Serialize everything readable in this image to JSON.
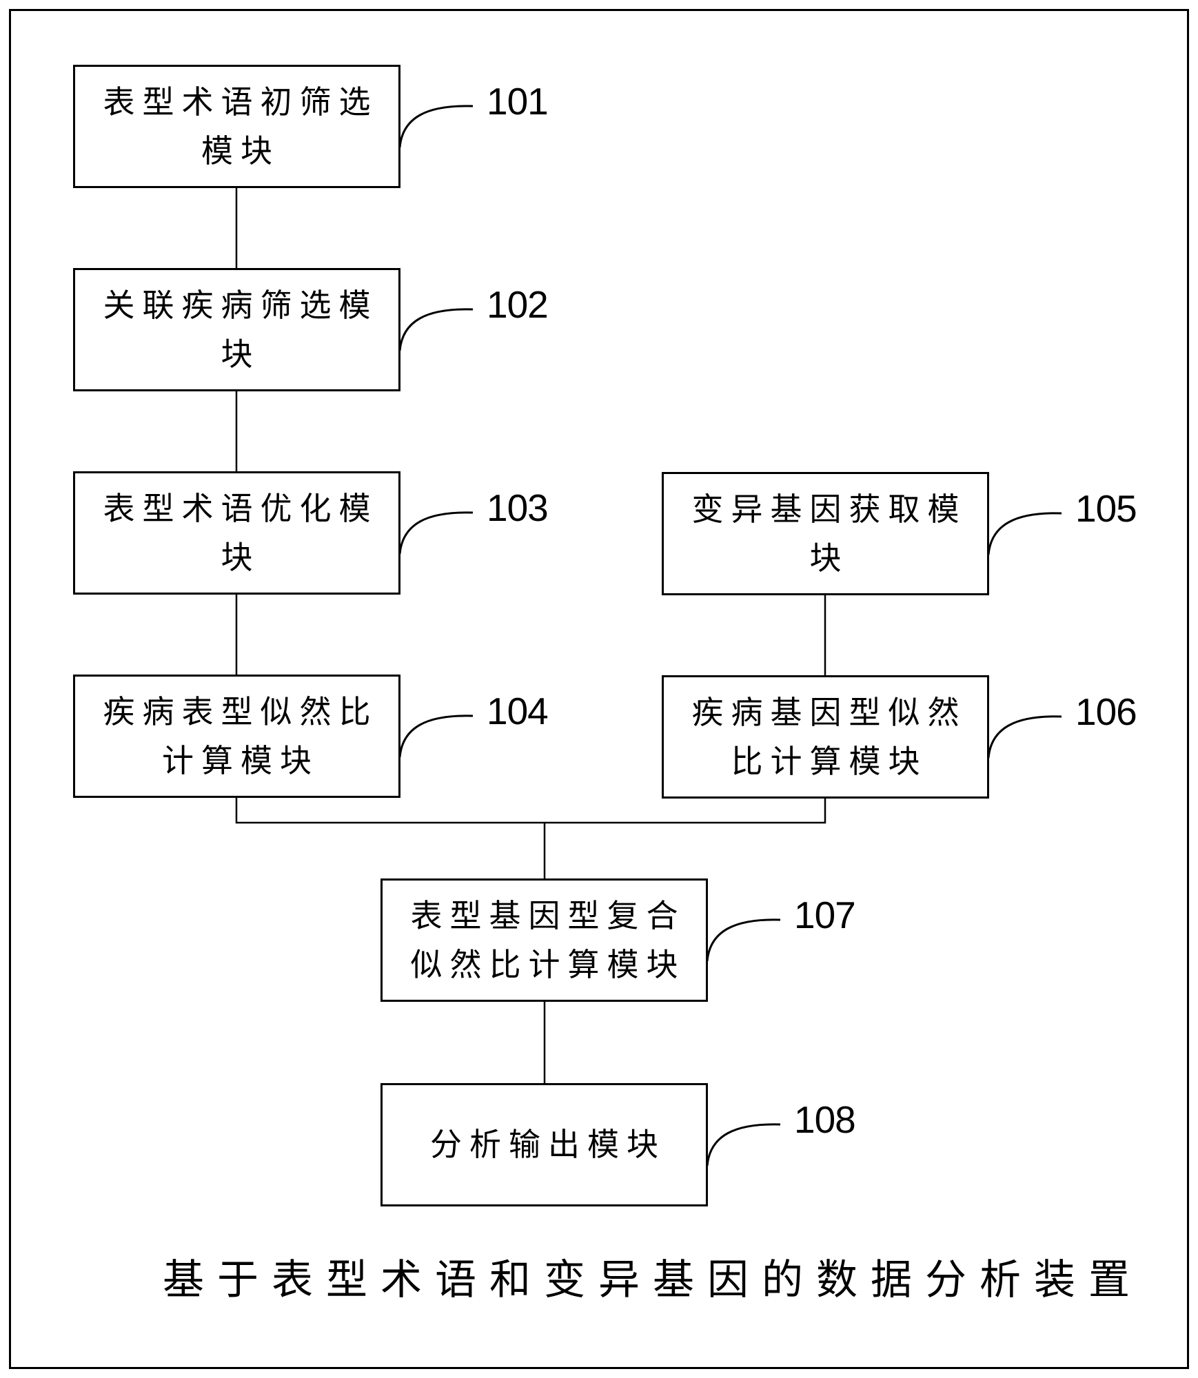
{
  "title": "基于表型术语和变异基因的数据分析装置",
  "modules": [
    {
      "ref": "101",
      "label": "表型术语初筛选模块"
    },
    {
      "ref": "102",
      "label": "关联疾病筛选模块"
    },
    {
      "ref": "103",
      "label": "表型术语优化模块"
    },
    {
      "ref": "104",
      "label": "疾病表型似然比计算模块"
    },
    {
      "ref": "105",
      "label": "变异基因获取模块"
    },
    {
      "ref": "106",
      "label": "疾病基因型似然比计算模块"
    },
    {
      "ref": "107",
      "label": "表型基因型复合似然比计算模块"
    },
    {
      "ref": "108",
      "label": "分析输出模块"
    }
  ],
  "connections": [
    [
      "101",
      "102"
    ],
    [
      "102",
      "103"
    ],
    [
      "103",
      "104"
    ],
    [
      "105",
      "106"
    ],
    [
      "104",
      "107"
    ],
    [
      "106",
      "107"
    ],
    [
      "107",
      "108"
    ]
  ],
  "colors": {
    "line": "#000000",
    "background": "#ffffff"
  }
}
